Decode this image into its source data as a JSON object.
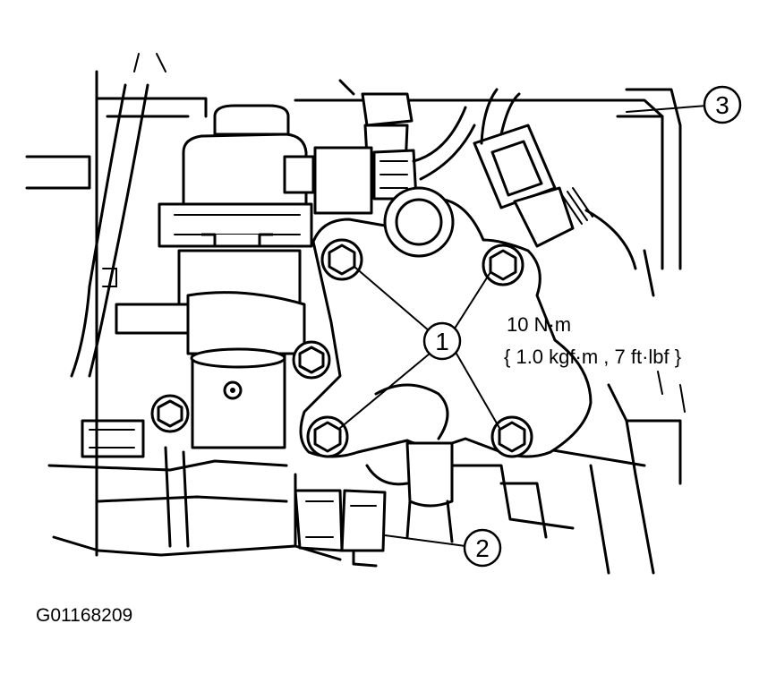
{
  "figure": {
    "figure_id": "G01168209",
    "torque_spec": {
      "line1": "10 N·m",
      "line2": "{ 1.0 kgf·m , 7 ft·lbf }"
    },
    "callouts": [
      {
        "number": "1"
      },
      {
        "number": "2"
      },
      {
        "number": "3"
      }
    ]
  }
}
